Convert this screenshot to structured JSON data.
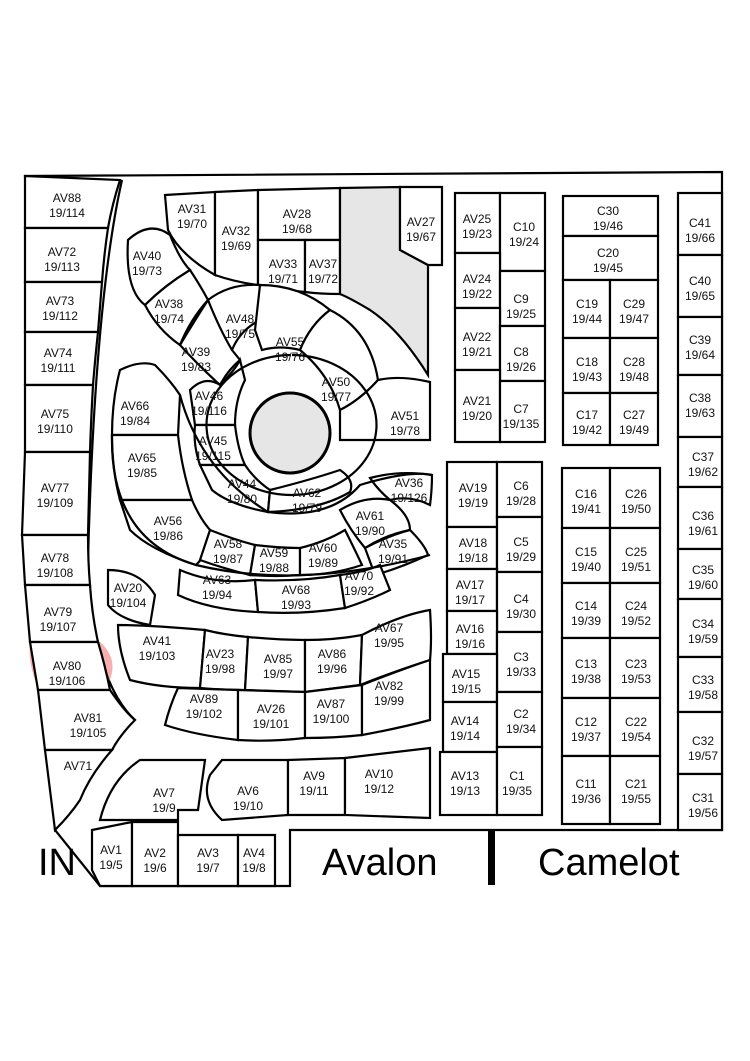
{
  "labels": {
    "entrance": "IN",
    "avalon": "Avalon",
    "camelot": "Camelot"
  },
  "highlight_color": "#ef6b6b",
  "highlighted_plot": "AV80",
  "plots": [
    {
      "id": "AV88",
      "num": "19/114"
    },
    {
      "id": "AV72",
      "num": "19/113"
    },
    {
      "id": "AV73",
      "num": "19/112"
    },
    {
      "id": "AV74",
      "num": "19/111"
    },
    {
      "id": "AV75",
      "num": "19/110"
    },
    {
      "id": "AV77",
      "num": "19/109"
    },
    {
      "id": "AV78",
      "num": "19/108"
    },
    {
      "id": "AV79",
      "num": "19/107"
    },
    {
      "id": "AV80",
      "num": "19/106"
    },
    {
      "id": "AV81",
      "num": "19/105"
    },
    {
      "id": "AV71",
      "num": ""
    },
    {
      "id": "AV31",
      "num": "19/70"
    },
    {
      "id": "AV32",
      "num": "19/69"
    },
    {
      "id": "AV28",
      "num": "19/68"
    },
    {
      "id": "AV33",
      "num": "19/71"
    },
    {
      "id": "AV37",
      "num": "19/72"
    },
    {
      "id": "AV27",
      "num": "19/67"
    },
    {
      "id": "AV40",
      "num": "19/73"
    },
    {
      "id": "AV38",
      "num": "19/74"
    },
    {
      "id": "AV48",
      "num": "19/75"
    },
    {
      "id": "AV55",
      "num": "19/76"
    },
    {
      "id": "AV39",
      "num": "19/83"
    },
    {
      "id": "AV50",
      "num": "19/77"
    },
    {
      "id": "AV46",
      "num": "19/116"
    },
    {
      "id": "AV51",
      "num": "19/78"
    },
    {
      "id": "AV66",
      "num": "19/84"
    },
    {
      "id": "AV45",
      "num": "19/115"
    },
    {
      "id": "AV65",
      "num": "19/85"
    },
    {
      "id": "AV44",
      "num": "19/80"
    },
    {
      "id": "AV62",
      "num": "19/79"
    },
    {
      "id": "AV36",
      "num": "19/126"
    },
    {
      "id": "AV56",
      "num": "19/86"
    },
    {
      "id": "AV61",
      "num": "19/90"
    },
    {
      "id": "AV58",
      "num": "19/87"
    },
    {
      "id": "AV59",
      "num": "19/88"
    },
    {
      "id": "AV60",
      "num": "19/89"
    },
    {
      "id": "AV35",
      "num": "19/91"
    },
    {
      "id": "AV63",
      "num": "19/94"
    },
    {
      "id": "AV68",
      "num": "19/93"
    },
    {
      "id": "AV70",
      "num": "19/92"
    },
    {
      "id": "AV20",
      "num": "19/104"
    },
    {
      "id": "AV41",
      "num": "19/103"
    },
    {
      "id": "AV23",
      "num": "19/98"
    },
    {
      "id": "AV85",
      "num": "19/97"
    },
    {
      "id": "AV86",
      "num": "19/96"
    },
    {
      "id": "AV67",
      "num": "19/95"
    },
    {
      "id": "AV89",
      "num": "19/102"
    },
    {
      "id": "AV26",
      "num": "19/101"
    },
    {
      "id": "AV87",
      "num": "19/100"
    },
    {
      "id": "AV82",
      "num": "19/99"
    },
    {
      "id": "AV7",
      "num": "19/9"
    },
    {
      "id": "AV6",
      "num": "19/10"
    },
    {
      "id": "AV9",
      "num": "19/11"
    },
    {
      "id": "AV10",
      "num": "19/12"
    },
    {
      "id": "AV1",
      "num": "19/5"
    },
    {
      "id": "AV2",
      "num": "19/6"
    },
    {
      "id": "AV3",
      "num": "19/7"
    },
    {
      "id": "AV4",
      "num": "19/8"
    },
    {
      "id": "AV25",
      "num": "19/23"
    },
    {
      "id": "C10",
      "num": "19/24"
    },
    {
      "id": "AV24",
      "num": "19/22"
    },
    {
      "id": "C9",
      "num": "19/25"
    },
    {
      "id": "AV22",
      "num": "19/21"
    },
    {
      "id": "C8",
      "num": "19/26"
    },
    {
      "id": "AV21",
      "num": "19/20"
    },
    {
      "id": "C7",
      "num": "19/135"
    },
    {
      "id": "C30",
      "num": "19/46"
    },
    {
      "id": "C20",
      "num": "19/45"
    },
    {
      "id": "C19",
      "num": "19/44"
    },
    {
      "id": "C29",
      "num": "19/47"
    },
    {
      "id": "C18",
      "num": "19/43"
    },
    {
      "id": "C28",
      "num": "19/48"
    },
    {
      "id": "C17",
      "num": "19/42"
    },
    {
      "id": "C27",
      "num": "19/49"
    },
    {
      "id": "C41",
      "num": "19/66"
    },
    {
      "id": "C40",
      "num": "19/65"
    },
    {
      "id": "C39",
      "num": "19/64"
    },
    {
      "id": "C38",
      "num": "19/63"
    },
    {
      "id": "C37",
      "num": "19/62"
    },
    {
      "id": "C36",
      "num": "19/61"
    },
    {
      "id": "C35",
      "num": "19/60"
    },
    {
      "id": "C34",
      "num": "19/59"
    },
    {
      "id": "C33",
      "num": "19/58"
    },
    {
      "id": "C32",
      "num": "19/57"
    },
    {
      "id": "C31",
      "num": "19/56"
    },
    {
      "id": "AV19",
      "num": "19/19"
    },
    {
      "id": "C6",
      "num": "19/28"
    },
    {
      "id": "AV18",
      "num": "19/18"
    },
    {
      "id": "C5",
      "num": "19/29"
    },
    {
      "id": "AV17",
      "num": "19/17"
    },
    {
      "id": "C4",
      "num": "19/30"
    },
    {
      "id": "AV16",
      "num": "19/16"
    },
    {
      "id": "C3",
      "num": "19/33"
    },
    {
      "id": "AV15",
      "num": "19/15"
    },
    {
      "id": "AV14",
      "num": "19/14"
    },
    {
      "id": "C2",
      "num": "19/34"
    },
    {
      "id": "AV13",
      "num": "19/13"
    },
    {
      "id": "C1",
      "num": "19/35"
    },
    {
      "id": "C16",
      "num": "19/41"
    },
    {
      "id": "C26",
      "num": "19/50"
    },
    {
      "id": "C15",
      "num": "19/40"
    },
    {
      "id": "C25",
      "num": "19/51"
    },
    {
      "id": "C14",
      "num": "19/39"
    },
    {
      "id": "C24",
      "num": "19/52"
    },
    {
      "id": "C13",
      "num": "19/38"
    },
    {
      "id": "C23",
      "num": "19/53"
    },
    {
      "id": "C12",
      "num": "19/37"
    },
    {
      "id": "C22",
      "num": "19/54"
    },
    {
      "id": "C11",
      "num": "19/36"
    },
    {
      "id": "C21",
      "num": "19/55"
    }
  ]
}
